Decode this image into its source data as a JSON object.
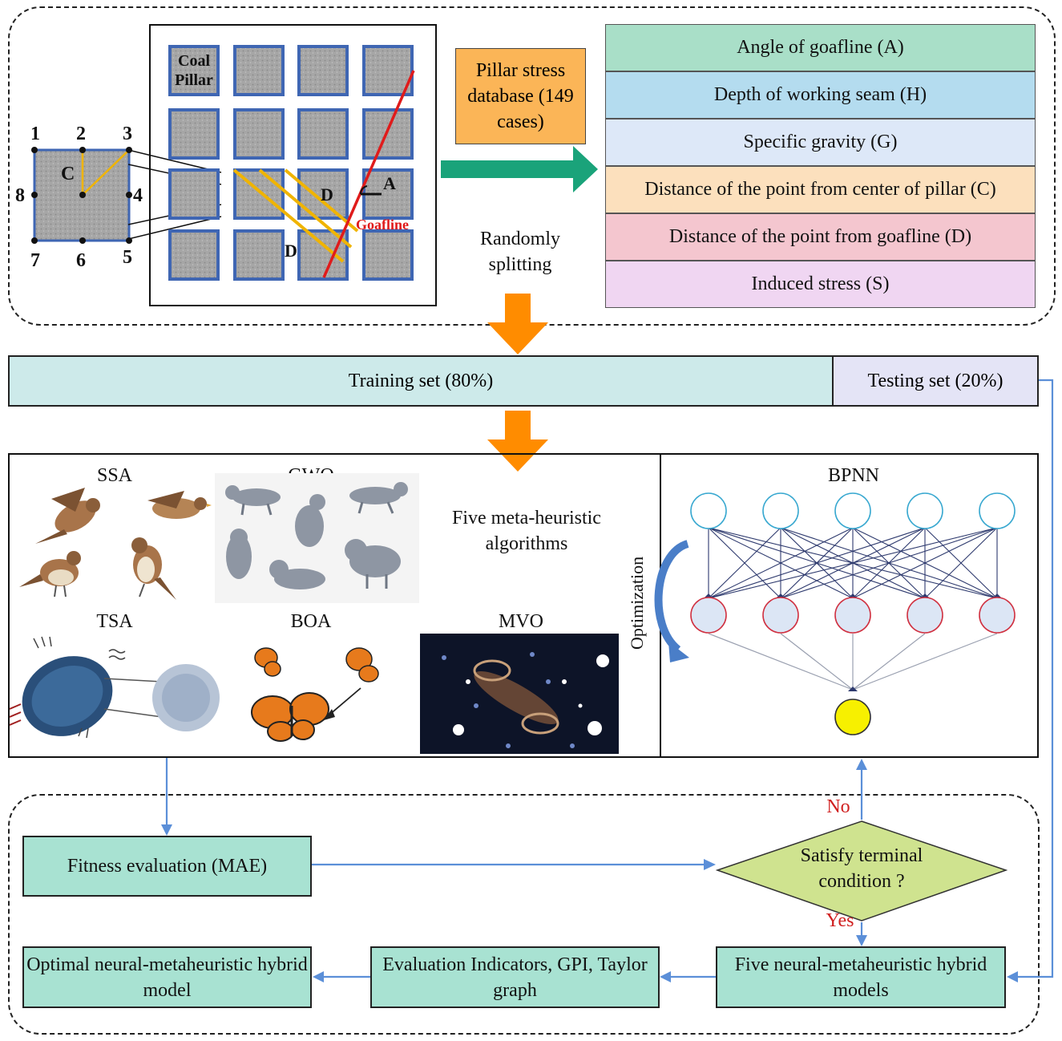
{
  "pillar_layout": {
    "coal_pillar_label": "Coal Pillar",
    "point_numbers": [
      "1",
      "2",
      "3",
      "4",
      "5",
      "6",
      "7",
      "8"
    ],
    "label_C": "C",
    "label_D": "D",
    "label_A": "A",
    "goafline_label": "Goafline"
  },
  "database": {
    "title": "Pillar stress database (149 cases)"
  },
  "parameters": [
    {
      "label": "Angle of goafline (A)",
      "color": "#a9dfc8"
    },
    {
      "label": "Depth of working seam (H)",
      "color": "#b4dcef"
    },
    {
      "label": "Specific gravity (G)",
      "color": "#dde8f8"
    },
    {
      "label": "Distance of the point from center of pillar (C)",
      "color": "#fce0bd"
    },
    {
      "label": "Distance of the point from goafline (D)",
      "color": "#f4c6cf"
    },
    {
      "label": "Induced stress (S)",
      "color": "#f0d6f2"
    }
  ],
  "split_label": "Randomly splitting",
  "sets": {
    "training": "Training set (80%)",
    "testing": "Testing set (20%)"
  },
  "algorithms": {
    "ssa": "SSA",
    "gwo": "GWO",
    "tsa": "TSA",
    "boa": "BOA",
    "mvo": "MVO",
    "center_label": "Five meta-heuristic algorithms"
  },
  "bpnn": {
    "title": "BPNN",
    "optimization_label": "Optimization"
  },
  "flow": {
    "fitness": "Fitness evaluation (MAE)",
    "decision": "Satisfy terminal condition ?",
    "no": "No",
    "yes": "Yes",
    "hybrid": "Five neural-metaheuristic hybrid models",
    "evaluation": "Evaluation Indicators, GPI, Taylor graph",
    "optimal": "Optimal neural-metaheuristic hybrid model"
  },
  "colors": {
    "training_fill": "#cdeaea",
    "testing_fill": "#e4e4f6",
    "flow_fill": "#a8e2d2",
    "decision_fill": "#cfe38f",
    "orange_arrow": "#ff8c00",
    "blue_arrow": "#5b8fd8",
    "green_arrow": "#1aa37a",
    "goafline_red": "#e01b1b",
    "yellow_line": "#f0b400",
    "database_fill": "#fbb557"
  }
}
